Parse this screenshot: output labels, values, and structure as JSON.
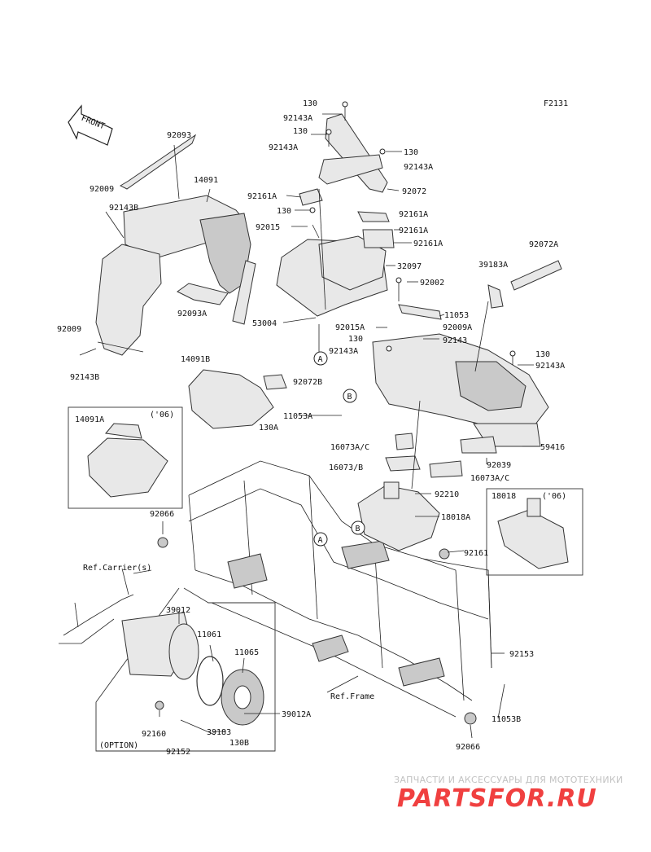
{
  "figure_code": "F2131",
  "front_marker": "FRONT",
  "callouts": {
    "A": "A",
    "B": "B"
  },
  "optional_box_label": "(OPTION)",
  "ref_labels": {
    "carrier": "Ref.Carrier(s)",
    "frame": "Ref.Frame"
  },
  "parts": {
    "p92093": "92093",
    "p14091": "14091",
    "p92009a": "92009",
    "p92143b_a": "92143B",
    "p92093a": "92093A",
    "p92009b": "92009",
    "p92143b_b": "92143B",
    "p130_a": "130",
    "p92143a_a": "92143A",
    "p130_b": "130",
    "p92143a_b": "92143A",
    "p130_c": "130",
    "p92143a_c": "92143A",
    "p92072": "92072",
    "p92161a_a": "92161A",
    "p130_d": "130",
    "p92015": "92015",
    "p92161a_b": "92161A",
    "p92161a_c": "92161A",
    "p92161a_d": "92161A",
    "p32097": "32097",
    "p53004": "53004",
    "p92002": "92002",
    "p11053": "11053",
    "p92015a": "92015A",
    "p92009a_ref": "92009A",
    "p130_e": "130",
    "p92143": "92143",
    "p92143a_d": "92143A",
    "p39183a": "39183A",
    "p92072a": "92072A",
    "p130_f": "130",
    "p92143a_e": "92143A",
    "p14091b": "14091B",
    "p92072b": "92072B",
    "p14091a": "14091A",
    "p06_a": "('06)",
    "p11053a": "11053A",
    "p130a": "130A",
    "p16073ac_a": "16073A/C",
    "p16073b": "16073/B",
    "p59416": "59416",
    "p92039": "92039",
    "p16073ac_b": "16073A/C",
    "p92210": "92210",
    "p18018": "18018",
    "p06_b": "('06)",
    "p18018a": "18018A",
    "p92066_a": "92066",
    "p92161": "92161",
    "p39012": "39012",
    "p11061": "11061",
    "p11065": "11065",
    "p92153": "92153",
    "p11053b": "11053B",
    "p39012a": "39012A",
    "p92160": "92160",
    "p39183": "39183",
    "p92152": "92152",
    "p130b": "130B",
    "p92066_b": "92066"
  },
  "watermark": {
    "tagline": "ЗАПЧАСТИ И АКСЕССУАРЫ ДЛЯ МОТОТЕХНИКИ",
    "brand": "PARTSFOR.RU",
    "color": "#f04040"
  }
}
